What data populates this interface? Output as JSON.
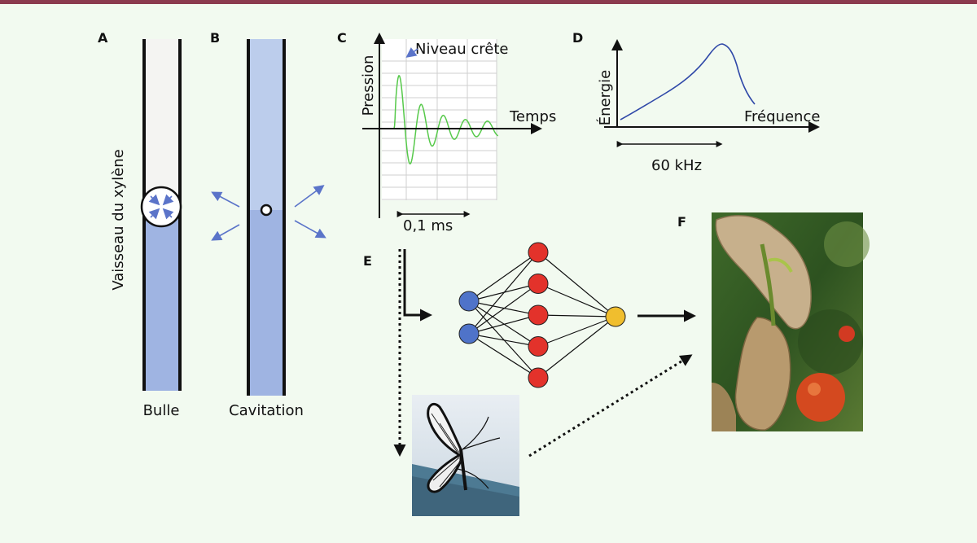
{
  "colors": {
    "top_bar": "#8b3a4e",
    "background": "#f2faf0",
    "water": "#9fb4e2",
    "water_light": "#bccdec",
    "arrow_blue": "#5b74c9",
    "wave_green": "#56c94a",
    "energy_line": "#2f48a8",
    "input_node": "#4f73c9",
    "hidden_node": "#e3322b",
    "output_node": "#f0be2e"
  },
  "panels": {
    "a": {
      "letter": "A",
      "caption": "Bulle",
      "vertical_label": "Vaisseau du xylène"
    },
    "b": {
      "letter": "B",
      "caption": "Cavitation"
    },
    "c": {
      "letter": "C",
      "ylabel": "Pression",
      "xlabel": "Temps",
      "peak_label": "Niveau crête",
      "duration_label": "0,1 ms"
    },
    "d": {
      "letter": "D",
      "ylabel": "Énergie",
      "xlabel": "Fréquence",
      "span_label": "60 kHz"
    },
    "e": {
      "letter": "E",
      "network": {
        "inputs": 2,
        "hidden": 5,
        "outputs": 1
      }
    },
    "f": {
      "letter": "F"
    }
  },
  "icons": {
    "butterfly": "glasswing-butterfly-photo",
    "plant": "wilted-tomato-plant-photo"
  }
}
